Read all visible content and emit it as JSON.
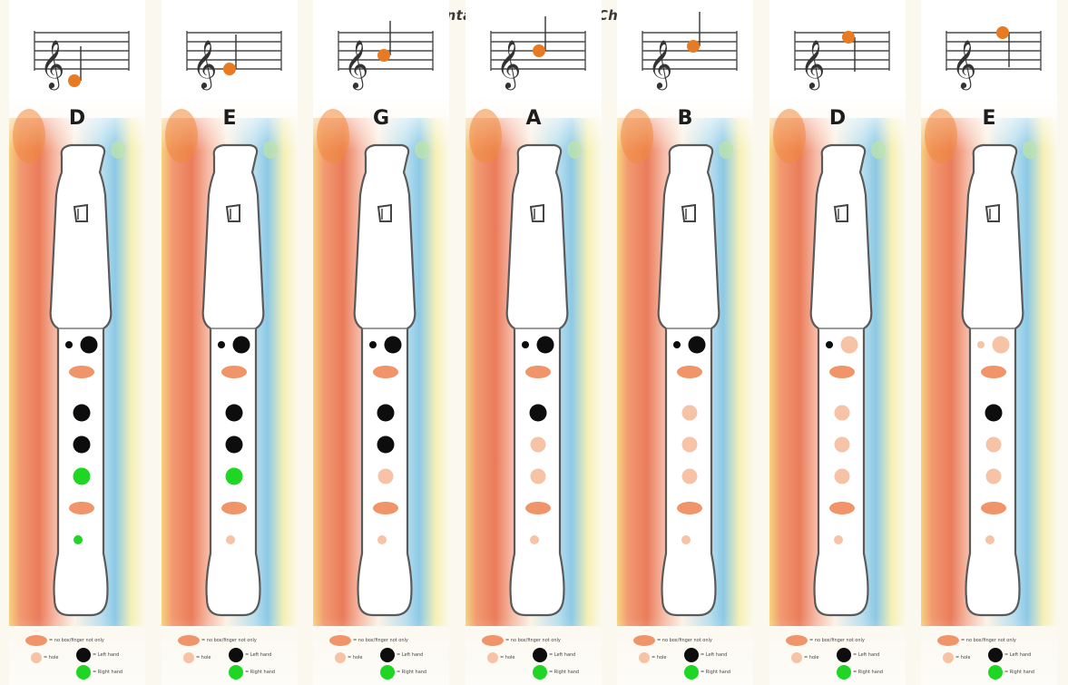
{
  "title": "Pentatonic Fingering Chart",
  "colors": {
    "closed_hole": "#0d0d0d",
    "right_hand": "#1fd624",
    "thumb_oval": "#f0946a",
    "open_hole": "#f6c3a6",
    "note_dot": "#e77a22",
    "staff_line": "#4a4a4a"
  },
  "legend": {
    "thumb_text": "= no box/finger not only",
    "open_text": "= hole",
    "left_text": "= Left hand",
    "right_text": "= Right hand"
  },
  "notes": [
    {
      "name": "D",
      "staff_step": -1,
      "holes": [
        "closed",
        "thumb",
        "closed",
        "closed",
        "right",
        "thumb",
        "right_small"
      ],
      "thumbhole": "closed"
    },
    {
      "name": "E",
      "staff_step": 0,
      "holes": [
        "closed",
        "thumb",
        "closed",
        "closed",
        "right",
        "thumb",
        "open_small"
      ],
      "thumbhole": "closed"
    },
    {
      "name": "G",
      "staff_step": 3,
      "holes": [
        "closed",
        "thumb",
        "closed",
        "closed",
        "open",
        "thumb",
        "open_small"
      ],
      "thumbhole": "closed"
    },
    {
      "name": "A",
      "staff_step": 4,
      "holes": [
        "closed",
        "thumb",
        "closed",
        "open",
        "open",
        "thumb",
        "open_small"
      ],
      "thumbhole": "closed"
    },
    {
      "name": "B",
      "staff_step": 5,
      "holes": [
        "closed",
        "thumb",
        "open",
        "open",
        "open",
        "thumb",
        "open_small"
      ],
      "thumbhole": "closed"
    },
    {
      "name": "D",
      "staff_step": 7,
      "holes": [
        "open",
        "thumb",
        "open",
        "open",
        "open",
        "thumb",
        "open_small"
      ],
      "thumbhole": "closed"
    },
    {
      "name": "E",
      "staff_step": 8,
      "holes": [
        "open",
        "thumb",
        "closed",
        "open",
        "open",
        "thumb",
        "open_small"
      ],
      "thumbhole": "open"
    }
  ]
}
